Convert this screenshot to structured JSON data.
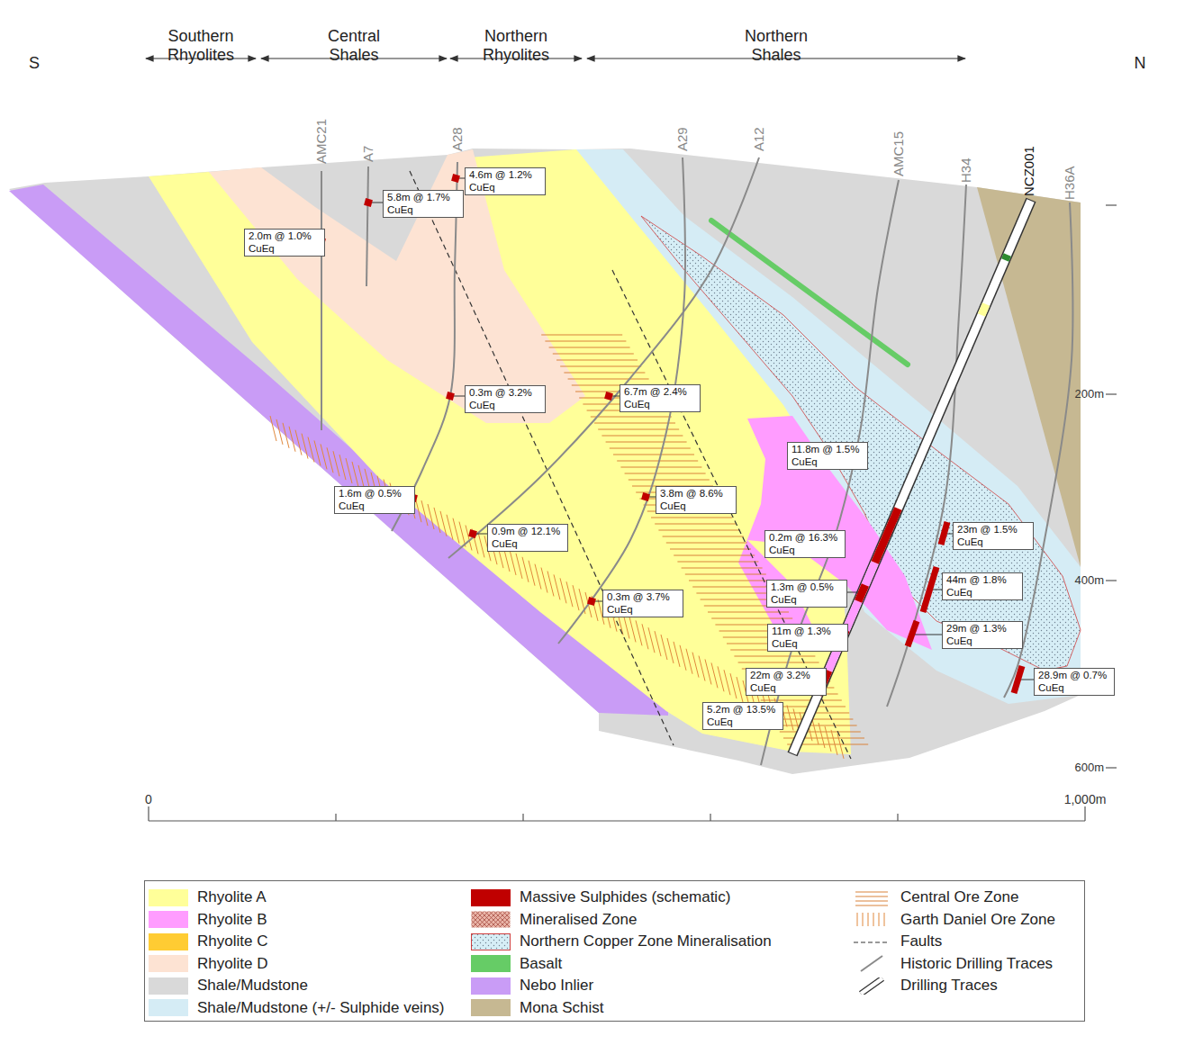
{
  "diagram": {
    "nodes": [
      {
        "text": [
          "4.6m @ 1.2% CuEq"
        ]
      },
      {
        "text": [
          "5.8m @ 1.7% CuEq"
        ]
      },
      {
        "text": [
          "2.0m @ 1.0% CuEq"
        ]
      },
      {
        "text": [
          "0.3m @ 3.2% CuEq"
        ]
      },
      {
        "text": [
          "6.7m @ 2.4% CuEq"
        ]
      },
      {
        "text": [
          "11.8m @ 1.5% CuEq"
        ]
      },
      {
        "text": [
          "1.6m @ 0.5% CuEq"
        ]
      },
      {
        "text": [
          "3.8m @ 8.6% CuEq"
        ]
      },
      {
        "text": [
          "23m @ 1.5% CuEq"
        ]
      },
      {
        "text": [
          "0.9m @ 12.1% CuEq"
        ]
      },
      {
        "text": [
          "0.2m @ 16.3% CuEq"
        ]
      },
      {
        "text": [
          "44m @ 1.8% CuEq"
        ]
      },
      {
        "text": [
          "1.3m @ 0.5% CuEq"
        ]
      },
      {
        "text": [
          "0.3m @ 3.7% CuEq"
        ]
      },
      {
        "text": [
          "29m @ 1.3% CuEq"
        ]
      },
      {
        "text": [
          "11m @ 1.3% CuEq"
        ]
      },
      {
        "text": [
          "22m @ 3.2% CuEq"
        ]
      },
      {
        "text": [
          "28.9m @ 0.7% CuEq"
        ]
      },
      {
        "text": [
          "5.2m @ 13.5% CuEq"
        ]
      }
    ],
    "labels": [
      "S",
      "N",
      "Southern Rhyolites",
      "Central Shales",
      "Northern Rhyolites",
      "Northern Shales",
      "AMC21",
      "A7",
      "A28",
      "A29",
      "A12",
      "AMC15",
      "H34",
      "NCZ001",
      "H36A",
      "200m",
      "400m",
      "600m",
      "0",
      "1,000m"
    ],
    "legend": [
      {
        "text": "Rhyolite A",
        "color": "#ffff99"
      },
      {
        "text": "Rhyolite B",
        "color": "#ff9cff"
      },
      {
        "text": "Rhyolite C",
        "color": "#ffcc33"
      },
      {
        "text": "Rhyolite D",
        "color": "#fde3d3"
      },
      {
        "text": "Shale/Mudstone",
        "color": "#d9d9d9"
      },
      {
        "text": "Shale/Mudstone (+/- Sulphide veins)",
        "color": "#d5ecf5"
      },
      {
        "text": "Massive Sulphides (schematic)",
        "color": "#c00000"
      },
      {
        "text": "Mineralised Zone"
      },
      {
        "text": "Northern Copper Zone Mineralisation"
      },
      {
        "text": "Basalt",
        "color": "#66cc66"
      },
      {
        "text": "Nebo Inlier",
        "color": "#c99cf6"
      },
      {
        "text": "Mona Schist",
        "color": "#c6b892"
      },
      {
        "text": "Central Ore Zone"
      },
      {
        "text": "Garth Daniel Ore Zone"
      },
      {
        "text": "Faults"
      },
      {
        "text": "Historic Drilling Traces"
      },
      {
        "text": "Drilling Traces"
      }
    ]
  }
}
